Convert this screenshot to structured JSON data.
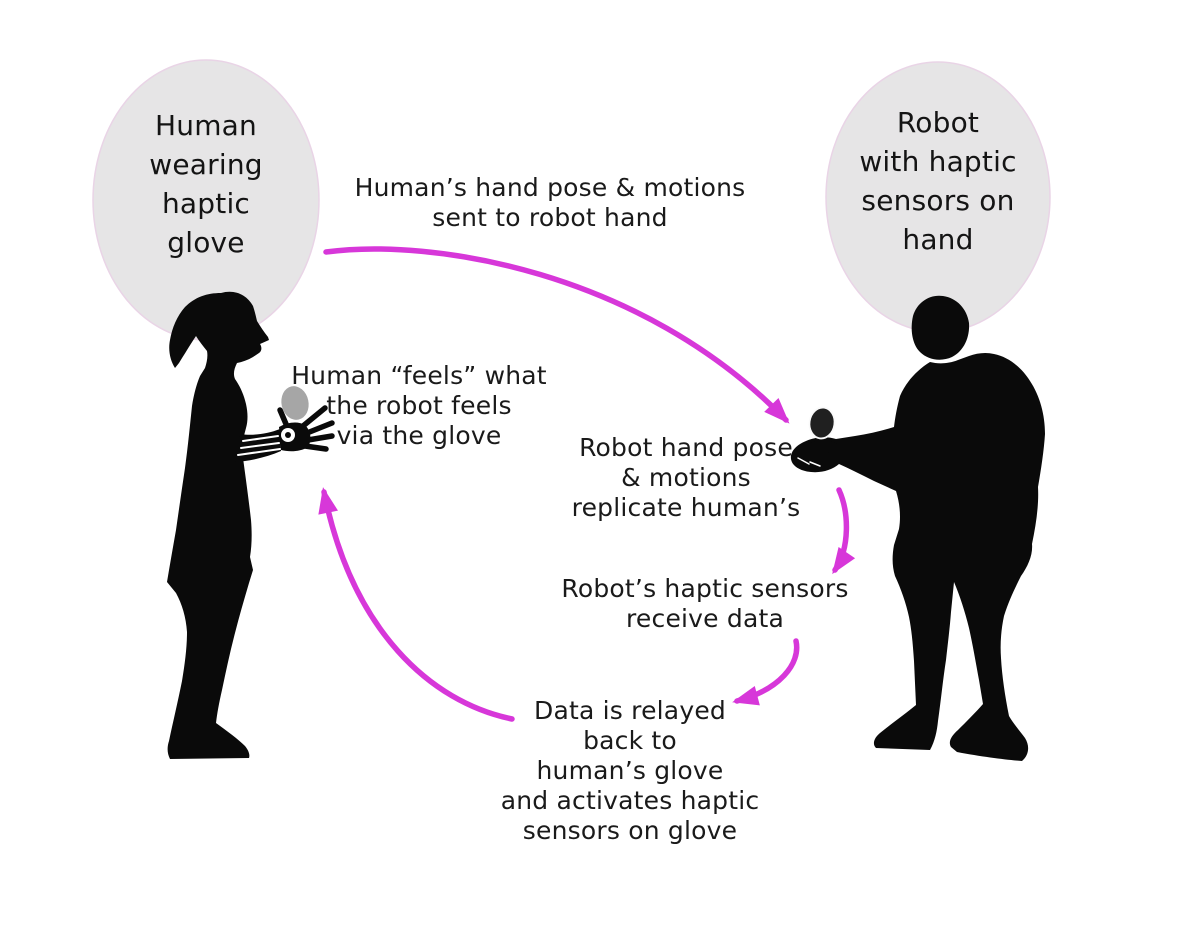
{
  "colors": {
    "background": "#ffffff",
    "bubble_fill": "#e6e5e6",
    "bubble_stroke": "#e9d4e6",
    "arrow": "#d737d9",
    "silhouette": "#0a0a0a",
    "human_egg": "#a6a6a6",
    "robot_egg": "#202020",
    "text": "#1a1a1a"
  },
  "bubbles": {
    "human": "Human\nwearing\nhaptic\nglove",
    "robot": "Robot\nwith haptic\nsensors on\nhand"
  },
  "labels": {
    "pose_sent": "Human’s hand pose & motions\nsent to robot hand",
    "feels": "Human “feels” what\nthe robot feels\nvia the glove",
    "replicate": "Robot hand pose\n& motions\nreplicate human’s",
    "receive": "Robot’s haptic sensors\nreceive data",
    "relay": "Data is relayed\nback to\nhuman’s glove\nand activates haptic\nsensors on glove"
  },
  "figures": {
    "human": "human-wearing-haptic-glove-silhouette",
    "robot": "robot-with-haptic-sensors-silhouette",
    "human_object": "egg-held-by-human-glove",
    "robot_object": "egg-held-by-robot-hand"
  },
  "flow": [
    "human-to-robot-hand",
    "robot-hand-to-sensors",
    "sensors-to-relay",
    "relay-back-to-human"
  ]
}
